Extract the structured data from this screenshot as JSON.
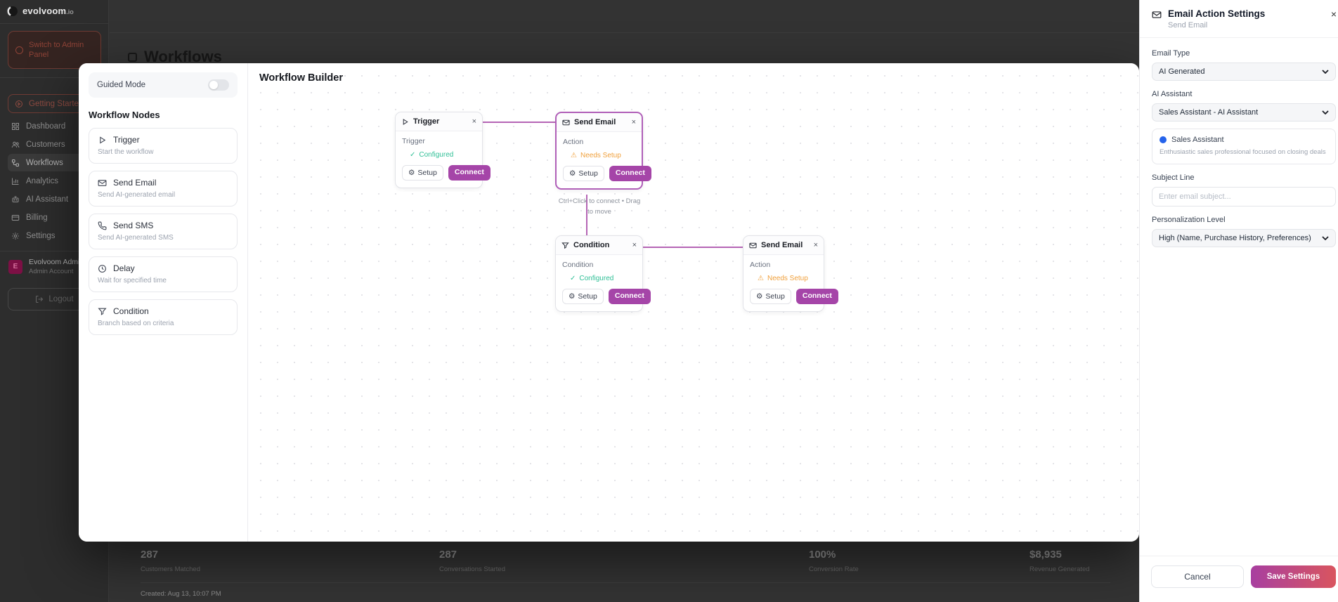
{
  "brand": {
    "name": "evolvoom",
    "tld": ".io"
  },
  "glyphs": {
    "close": "×",
    "gear": "⚙",
    "check": "✓",
    "warning": "⚠"
  },
  "sidebar": {
    "switch_button": "Switch to Admin Panel",
    "items": [
      {
        "label": "Getting Started"
      },
      {
        "label": "Dashboard"
      },
      {
        "label": "Customers"
      },
      {
        "label": "Workflows"
      },
      {
        "label": "Analytics"
      },
      {
        "label": "AI Assistant"
      },
      {
        "label": "Billing"
      },
      {
        "label": "Settings"
      }
    ],
    "user": {
      "initial": "E",
      "name": "Evolvoom Admin",
      "role": "Admin Account"
    },
    "logout_label": "Logout"
  },
  "page": {
    "title": "Workflows",
    "stats": [
      {
        "value": "287",
        "label": "Customers Matched"
      },
      {
        "value": "287",
        "label": "Conversations Started"
      },
      {
        "value": "100%",
        "label": "Conversion Rate"
      },
      {
        "value": "$8,935",
        "label": "Revenue Generated"
      }
    ],
    "created": "Created: Aug 13, 10:07 PM"
  },
  "modal": {
    "guided_mode_label": "Guided Mode",
    "nodes_heading": "Workflow Nodes",
    "palette": [
      {
        "title": "Trigger",
        "desc": "Start the workflow"
      },
      {
        "title": "Send Email",
        "desc": "Send AI-generated email"
      },
      {
        "title": "Send SMS",
        "desc": "Send AI-generated SMS"
      },
      {
        "title": "Delay",
        "desc": "Wait for specified time"
      },
      {
        "title": "Condition",
        "desc": "Branch based on criteria"
      }
    ],
    "canvas_title": "Workflow Builder",
    "setup_label": "Setup",
    "connect_label": "Connect",
    "nodes": [
      {
        "title": "Trigger",
        "type_label": "Trigger",
        "status": "Configured"
      },
      {
        "title": "Send Email",
        "type_label": "Action",
        "status": "Needs Setup"
      },
      {
        "title": "Condition",
        "type_label": "Condition",
        "status": "Configured"
      },
      {
        "title": "Send Email",
        "type_label": "Action",
        "status": "Needs Setup"
      }
    ],
    "hint_line1": "Ctrl+Click to connect • Drag",
    "hint_line2": "to move"
  },
  "panel": {
    "title": "Email Action Settings",
    "subtitle": "Send Email",
    "email_type_label": "Email Type",
    "email_type_value": "AI Generated",
    "assistant_label": "AI Assistant",
    "assistant_value": "Sales Assistant - AI Assistant",
    "assistant_card": {
      "name": "Sales Assistant",
      "desc": "Enthusiastic sales professional focused on closing deals"
    },
    "subject_label": "Subject Line",
    "subject_placeholder": "Enter email subject...",
    "personalization_label": "Personalization Level",
    "personalization_value": "High (Name, Purchase History, Preferences)",
    "cancel_label": "Cancel",
    "save_label": "Save Settings"
  },
  "colors": {
    "accent": "#a545a8",
    "selected_border": "#b05fb8",
    "edge_line": "#b565b5",
    "success": "#2fbf96",
    "warning": "#f0a03c",
    "save_gradient_start": "#a83fa0",
    "save_gradient_end": "#d9555f",
    "assistant_dot": "#2563eb"
  }
}
